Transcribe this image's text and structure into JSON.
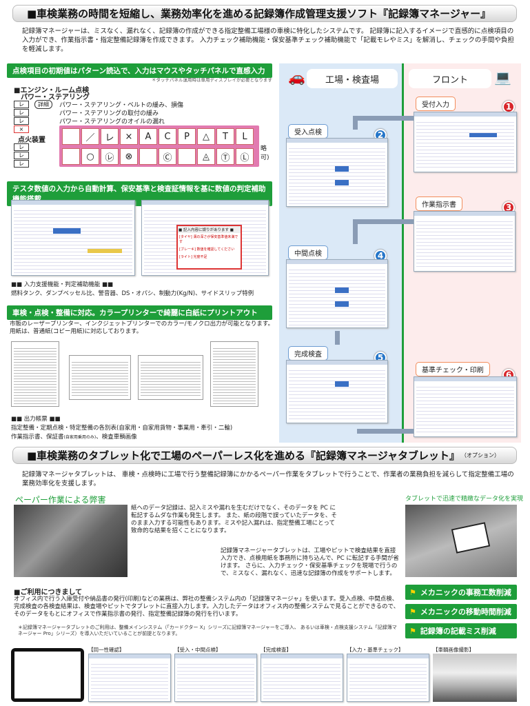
{
  "header1": "■車検業務の時間を短縮し、業務効率化を進める記録簿作成管理支援ソフト『記録簿マネージャー』",
  "intro1": "記録簿マネージャーは、ミスなく、漏れなく、記録簿の作成ができる指定整備工場様の車検に特化したシステムです。 記録簿に記入するイメージで直感的に点検項目の入力ができ、作業指示書・指定整備記録簿を作成できます。 入力チェック補助機能・保安基準チェック補助機能で「記載モレやミス」を解消し、チェックの手間や負担を軽減します。",
  "sec1": {
    "bar": "点検項目の初期値はパターン読込で、入力はマウスやタッチパネルで直感入力",
    "note": "＊タッチパネル運用時は専用ディスプレイが必要となります",
    "heading1": "■エンジン・ルーム点検",
    "heading2": "パワー・ステアリング",
    "detail_btn": "詳細",
    "items": [
      "パワー・ステアリング・ベルトの緩み、損傷",
      "パワー・ステアリングの取付の緩み",
      "パワー・ステアリングのオイルの漏れ"
    ],
    "heading3": "点火装置",
    "check_marks": [
      "レ",
      "レ",
      "レ",
      "×",
      "レ",
      "レ",
      "レ"
    ],
    "keys_top": [
      "",
      "／",
      "レ",
      "×",
      "A",
      "C",
      "P",
      "△",
      "T",
      "L"
    ],
    "keys_bottom": [
      "",
      "○",
      "㋹",
      "⊗",
      "",
      "Ⓒ",
      "",
      "◬",
      "Ⓣ",
      "Ⓛ"
    ],
    "side_text": "略可)"
  },
  "sec2": {
    "bar": "テスタ数値の入力から自動計算、保安基準と検査証情報を基に数値の判定補助機能搭載",
    "popup_title": "■ 記入内容に誤りがあります ■",
    "popup_lines": [
      "[タイヤ] 溝の深さが保安基準値未満です",
      "[ブレーキ] 数値を確認してください",
      "[ライト] 光度不足"
    ],
    "caption": "■■ 入力支援機能・判定補助機能 ■■",
    "caption2": "燃料タンク、ダンプベッセル比、警音器、DS・オパシ、制動力(Kg/N)、サイドスリップ特例"
  },
  "sec3": {
    "bar": "車検・点検・整備に対応。カラープリンターで綺麗に白紙にプリントアウト",
    "text": "市販のレーザープリンター、インクジェットプリンターでのカラー/モノクロ出力が可能となります。用紙は、普通紙(コピー用紙)に対応しております。",
    "caption": "■■ 出力帳票 ■■",
    "caption2": "指定整備・定期点検・特定整備の各別表(自家用・自家用貨物・事業用・牽引・二輪)",
    "caption3": "作業指示書、保証書",
    "caption3_small": "(自家用乗用のみ)",
    "caption3_end": "、検査車輌画像"
  },
  "flow": {
    "left_title": "工場・検査場",
    "right_title": "フロント",
    "steps": [
      {
        "label": "受付入力",
        "num": "1"
      },
      {
        "label": "受入点検",
        "num": "2"
      },
      {
        "label": "作業指示書",
        "num": "3"
      },
      {
        "label": "中間点検",
        "num": "4"
      },
      {
        "label": "完成検査",
        "num": "5"
      },
      {
        "label": "基準チェック・印刷",
        "num": "6"
      }
    ]
  },
  "header2": "■車検業務のタブレット化で工場のペーパーレス化を進める『記録簿マネージャタブレット』",
  "header2_small": "（オプション）",
  "intro2": "記録簿マネージャタブレットは、 車検・点検時に工場で行う整備記録簿にかかるペーパー作業をタブレットで行うことで、作業者の業務負担を減らして指定整備工場の業務効率化を支援します。",
  "paper": {
    "title": "ペーパー作業による弊害",
    "text": "紙へのデータ記録は、記入ミスや漏れを生むだけでなく、そのデータを PC に転記するムダな作業も発生します。 また、紙の段階で誤っていたデータを、そのまま入力する可能性もあります。ミスや記入漏れは、指定整備工場にとって致命的な結果を招くことになります。",
    "text2": "記録簿マネージャータブレットは、工場やピットで検査結果を直接入力でき、点検用紙を事務所に持ち込んで、PC に転記する手間が省けます。 さらに、入力チェック・保安基準チェックを現場で行うので、ミスなく、漏れなく、迅速な記録簿の作成をサポートします。"
  },
  "tablet_title": "タブレットで迅速で精緻なデータ化を実現",
  "benefits": [
    "メカニックの事務工数削減",
    "メカニックの移動時間削減",
    "記録簿の記載ミス削減"
  ],
  "usage": {
    "title": "■ご利用につきまして",
    "text": "オフィス内で行う入庫受付や納品書の発行(印刷)などの業務は、弊社の整備システム内の「記録簿マネージャ」を使います。受入点検、中間点検、完成検査の各検査結果は、検査場やピットでタブレットに直接入力します。入力したデータはオフィス内の整備システムで見ることができるので、そのデータをもとにオフィスで作業指示書の発行、指定整備記録簿の発行を行います。",
    "note": "＊記録簿マネージャータブレットのご利用は、整備メインシステム（「カードクター X」シリーズに記録簿マネージャーをご導入、 あるいは車検・点検支援システム「記録簿マネージャー Pro」シリーズ）を導入いただいていることが前提となります。"
  },
  "bottom": [
    "【同一性確認】",
    "【受入・中間点検】",
    "【完成検査】",
    "【入力・基準チェック】",
    "【車輌画像撮影】"
  ]
}
